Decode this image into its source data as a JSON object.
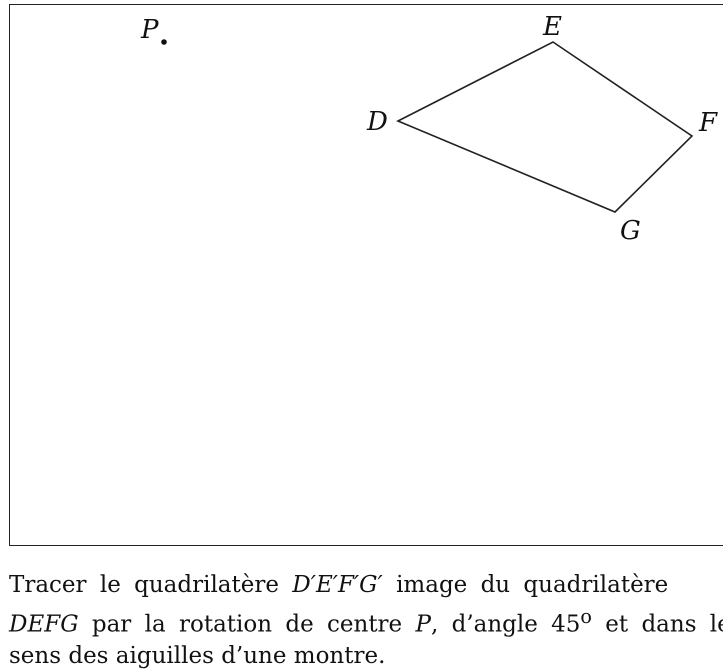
{
  "figure": {
    "center_point_label": "P",
    "vertex_labels": {
      "D": "D",
      "E": "E",
      "F": "F",
      "G": "G"
    },
    "stroke_color": "#222222"
  },
  "exercise": {
    "line1_a": "Tracer le quadrilatère",
    "image_quad": "D′E′F′G′",
    "line1_b": "image du quadrilatère",
    "source_quad": "DEFG",
    "line2_a": "par la rotation de centre",
    "center": "P",
    "line2_b": ", d’angle 45",
    "degree_sup": "o",
    "line2_c": "et dans le",
    "line3": "sens des aiguilles d’une montre."
  }
}
